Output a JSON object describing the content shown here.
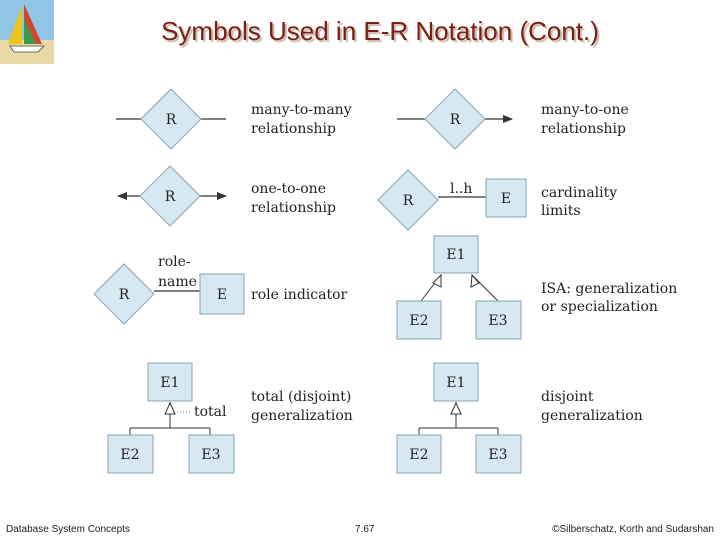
{
  "title": "Symbols Used in E-R Notation (Cont.)",
  "colors": {
    "title": "#7a1f12",
    "shape_fill": "#d6e9f3",
    "shape_stroke": "#8aa4b0"
  },
  "icons": {
    "logo": "sailboat-beach-icon"
  },
  "symbols": {
    "many_to_many": {
      "shape": "R",
      "label_1": "many-to-many",
      "label_2": "relationship"
    },
    "many_to_one": {
      "shape": "R",
      "label_1": "many-to-one",
      "label_2": "relationship"
    },
    "one_to_one": {
      "shape": "R",
      "label_1": "one-to-one",
      "label_2": "relationship"
    },
    "cardinality": {
      "shape_r": "R",
      "shape_e": "E",
      "range": "l..h",
      "label_1": "cardinality",
      "label_2": "limits"
    },
    "role_indicator": {
      "shape_r": "R",
      "shape_e": "E",
      "role_1": "role-",
      "role_2": "name",
      "label": "role indicator"
    },
    "isa": {
      "e1": "E1",
      "e2": "E2",
      "e3": "E3",
      "label_1": "ISA: generalization",
      "label_2": "or specialization"
    },
    "total": {
      "e1": "E1",
      "e2": "E2",
      "e3": "E3",
      "mark": "total",
      "label_1": "total (disjoint)",
      "label_2": "generalization"
    },
    "disjoint": {
      "e1": "E1",
      "e2": "E2",
      "e3": "E3",
      "label_1": "disjoint",
      "label_2": "generalization"
    }
  },
  "footer": {
    "left": "Database System Concepts",
    "center": "7.67",
    "right": "©Silberschatz, Korth and Sudarshan"
  }
}
